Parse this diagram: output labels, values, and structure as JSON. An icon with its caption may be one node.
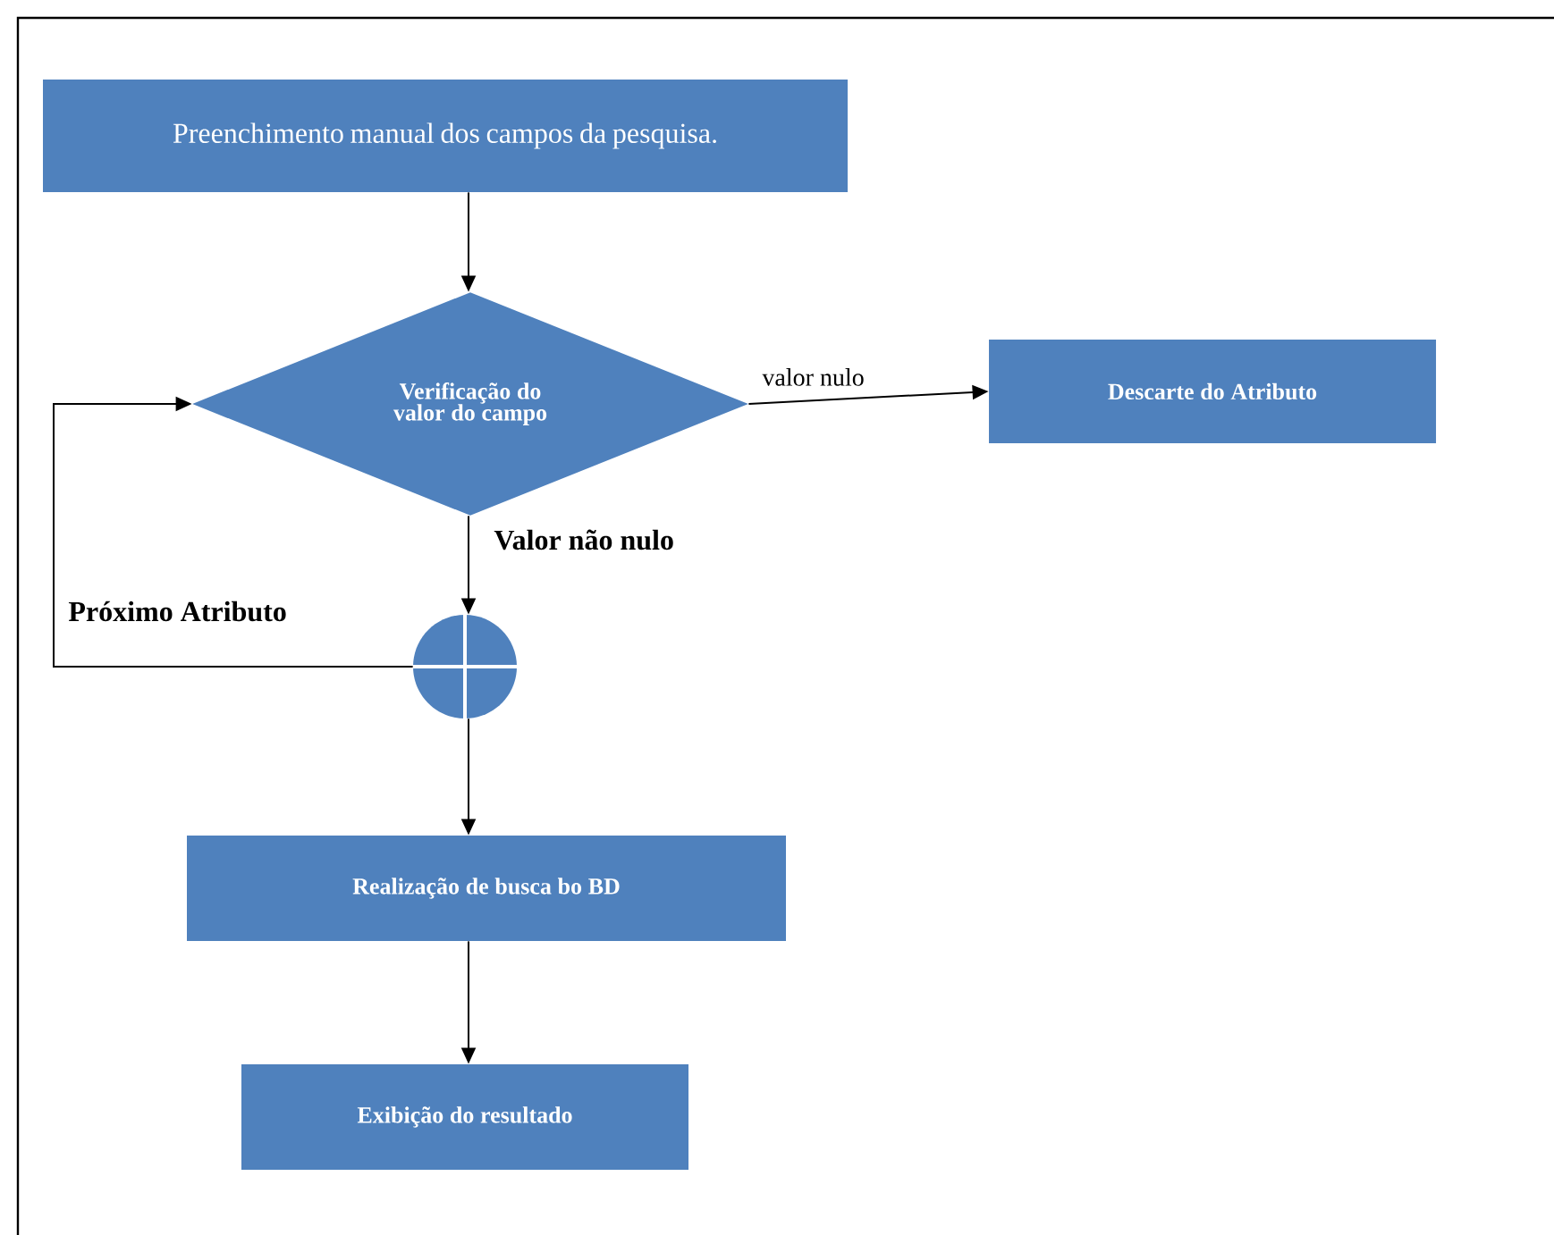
{
  "diagram": {
    "nodes": [
      {
        "text": [
          "Preenchimento manual dos campos da pesquisa."
        ]
      },
      {
        "text": [
          "Verificação do valor do campo"
        ]
      },
      {
        "text": [
          "Descarte do Atributo"
        ]
      },
      {
        "text": [],
        "shape": "circle"
      },
      {
        "text": [
          "Realização de busca bo BD"
        ]
      },
      {
        "text": [
          "Exibição do resultado"
        ]
      }
    ],
    "edges": [
      {
        "from": 0,
        "to": 1,
        "arrow": "to"
      },
      {
        "from": 1,
        "to": 2,
        "arrow": "to",
        "label": "valor nulo"
      },
      {
        "from": 1,
        "to": 3,
        "arrow": "to",
        "label": "Valor não nulo"
      },
      {
        "from": 3,
        "to": 1,
        "arrow": "to",
        "label": "Próximo Atributo"
      },
      {
        "from": 3,
        "to": 4,
        "arrow": "to"
      },
      {
        "from": 4,
        "to": 5,
        "arrow": "to"
      }
    ]
  }
}
